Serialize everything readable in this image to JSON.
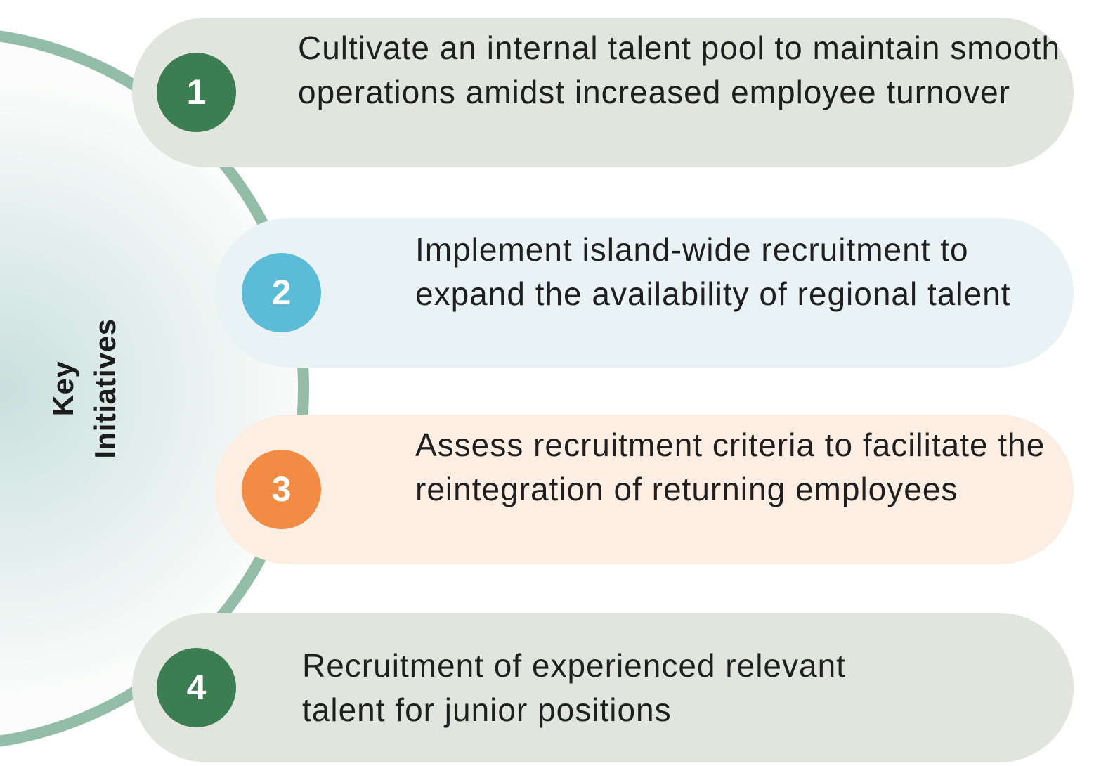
{
  "center": {
    "line1": "Key",
    "line2": "Initiatives"
  },
  "colors": {
    "arc_stroke": "#93bda7",
    "disc_center": "#c9e0dd",
    "disc_edge": "#fbfcfb",
    "pill_green_bg": "#e1e5de",
    "pill_blue_bg": "#e9f2f4",
    "pill_orange_bg": "#fdeee3",
    "badge_green": "#3c7d52",
    "badge_blue": "#5cbbd7",
    "badge_orange": "#f28b43"
  },
  "initiatives": [
    {
      "number": "1",
      "text": "Cultivate an internal talent pool to maintain smooth operations amidst increased employee turnover",
      "theme": "green"
    },
    {
      "number": "2",
      "text": "Implement island-wide recruitment to expand the availability of regional talent",
      "theme": "blue"
    },
    {
      "number": "3",
      "text": "Assess recruitment criteria to facilitate the reintegration of returning employees",
      "theme": "orange"
    },
    {
      "number": "4",
      "text": "Recruitment of experienced relevant talent for junior positions",
      "theme": "green"
    }
  ]
}
